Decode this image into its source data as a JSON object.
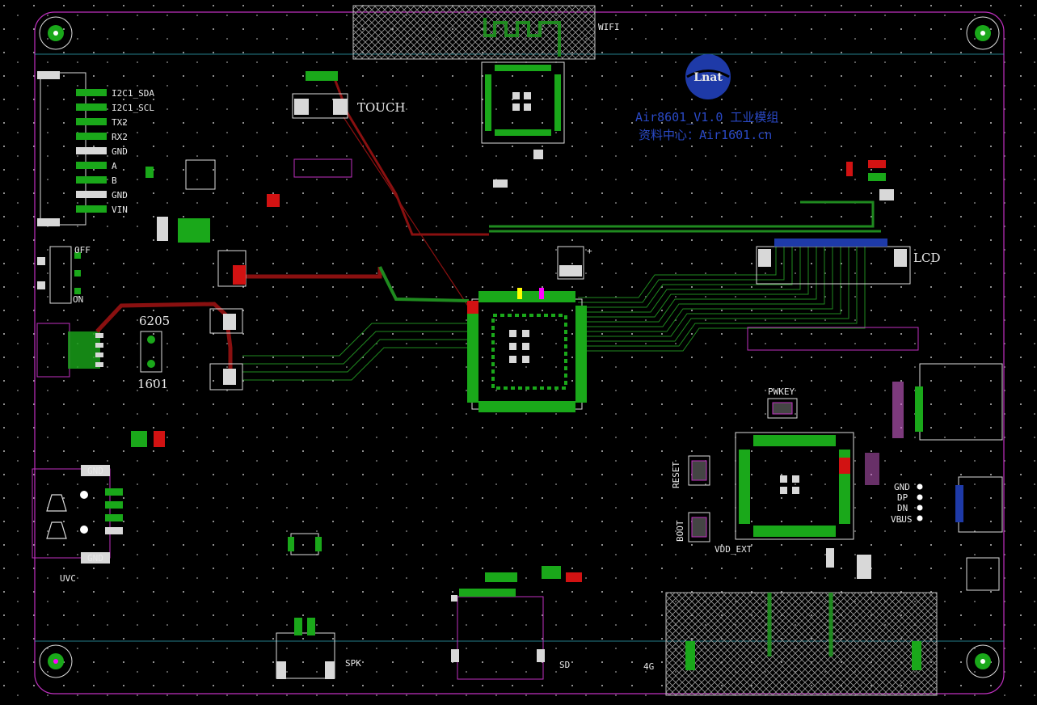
{
  "board": {
    "title_line1": "Air8601_V1.0 工业模组",
    "title_line2": "资料中心：Air1601.cn",
    "logo_text": "Lnat"
  },
  "labels": {
    "wifi": "WIFI",
    "touch": "TOUCH",
    "lcd": "LCD",
    "pwkey": "PWKEY",
    "reset": "RESET",
    "boot": "BOOT",
    "vdd_ext": "VDD_EXT",
    "uvc": "UVC",
    "spk": "SPK",
    "sd": "SD",
    "fourg": "4G",
    "off": "OFF",
    "on": "ON",
    "ic6205": "6205",
    "ic1601": "1601",
    "plus": "+"
  },
  "connector_pins": [
    "I2C1_SDA",
    "I2C1_SCL",
    "TX2",
    "RX2",
    "GND",
    "A",
    "B",
    "GND",
    "VIN"
  ],
  "usb_pins": [
    "GND",
    "DP",
    "DN",
    "VBUS"
  ],
  "usb_gnd_labels": [
    "GND",
    "GND"
  ],
  "colors": {
    "background": "#000000",
    "copper_green": "#1aa81a",
    "copper_red": "#d21212",
    "silkscreen": "#e8e8e8",
    "outline": "#c030c0",
    "title_blue": "#2a49c6"
  }
}
